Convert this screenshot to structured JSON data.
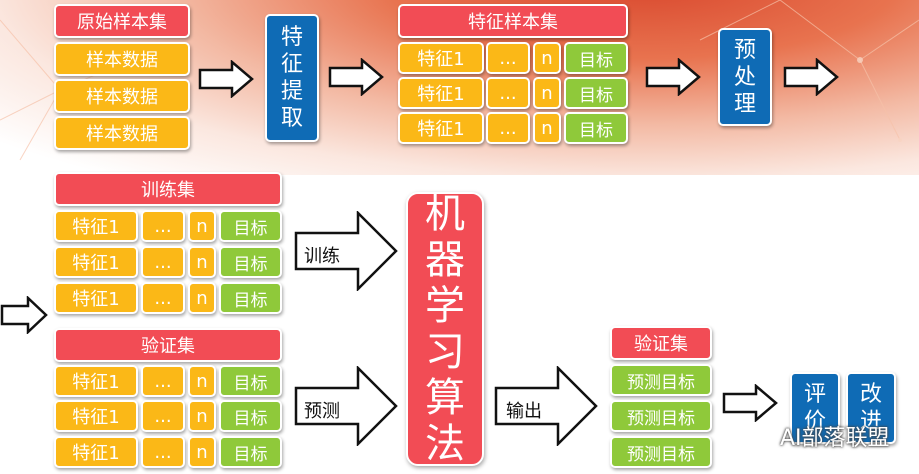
{
  "top": {
    "raw_title": "原始样本集",
    "raw_rows": [
      "样本数据",
      "样本数据",
      "样本数据"
    ],
    "feature_extract": "特征提取",
    "feature_title": "特征样本集",
    "preprocess": "预处理"
  },
  "row": {
    "feature": "特征1",
    "dots": "...",
    "n": "n",
    "target": "目标"
  },
  "train_title": "训练集",
  "valid_title": "验证集",
  "ml_label": "机器学习算法",
  "arrow_labels": {
    "train": "训练",
    "predict": "预测",
    "output": "输出"
  },
  "output_title": "验证集",
  "output_rows": [
    "预测目标",
    "预测目标",
    "预测目标"
  ],
  "evaluate": "评价",
  "improve": "改进",
  "watermark": "AI部落联盟"
}
